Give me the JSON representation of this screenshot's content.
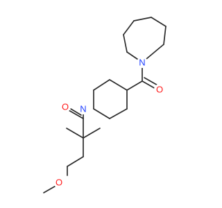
{
  "molecule": {
    "atom_labels": {
      "azepane_nitrogen": "N",
      "ketone_oxygen_right": "O",
      "piperidine_nitrogen": "N",
      "ketone_oxygen_left": "O",
      "ether_oxygen": "O"
    },
    "colors": {
      "bond": "#2b2b2b",
      "nitrogen": "#1f3fff",
      "oxygen": "#ff1a1a",
      "background": "#ffffff"
    }
  }
}
